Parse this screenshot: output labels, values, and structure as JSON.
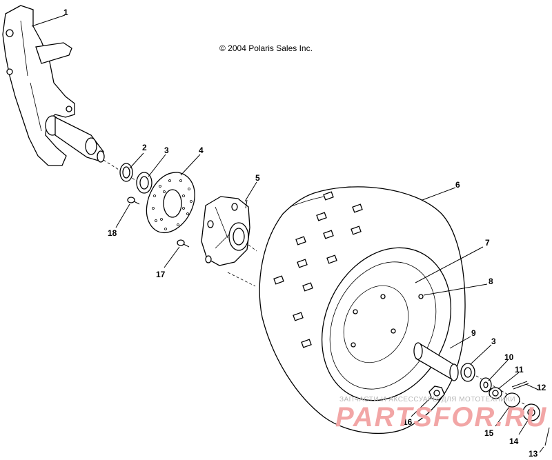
{
  "copyright": "© 2004 Polaris Sales Inc.",
  "callouts": [
    {
      "id": "1",
      "label": "1"
    },
    {
      "id": "2",
      "label": "2"
    },
    {
      "id": "3a",
      "label": "3"
    },
    {
      "id": "4",
      "label": "4"
    },
    {
      "id": "5",
      "label": "5"
    },
    {
      "id": "6",
      "label": "6"
    },
    {
      "id": "7",
      "label": "7"
    },
    {
      "id": "8",
      "label": "8"
    },
    {
      "id": "9",
      "label": "9"
    },
    {
      "id": "3b",
      "label": "3"
    },
    {
      "id": "10",
      "label": "10"
    },
    {
      "id": "11",
      "label": "11"
    },
    {
      "id": "12",
      "label": "12"
    },
    {
      "id": "13",
      "label": "13"
    },
    {
      "id": "14",
      "label": "14"
    },
    {
      "id": "15",
      "label": "15"
    },
    {
      "id": "16",
      "label": "16"
    },
    {
      "id": "17",
      "label": "17"
    },
    {
      "id": "18",
      "label": "18"
    }
  ],
  "watermark": {
    "tagline": "ЗАПЧАСТИ И АКСЕССУАРЫ ДЛЯ МОТОТЕХНИКИ",
    "brand": "PARTSFOR.RU"
  }
}
